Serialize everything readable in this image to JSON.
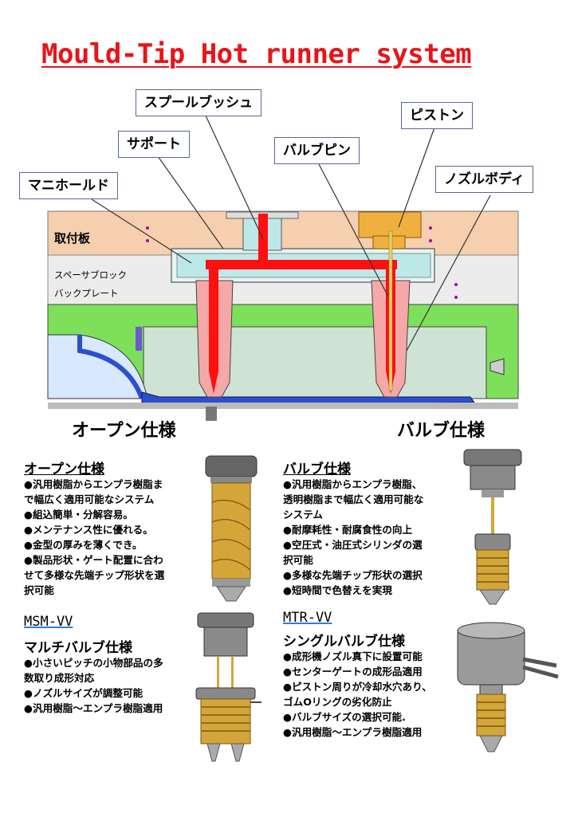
{
  "title": "Mould-Tip  Hot runner system",
  "callouts": {
    "sprue": "スプールブッシュ",
    "piston": "ピストン",
    "support": "サポート",
    "valve_pin": "バルブピン",
    "manifold": "マニホールド",
    "nozzle_body": "ノズルボディ"
  },
  "plates": {
    "mounting": "取付板",
    "spacer": "スペーサブロック",
    "backplate": "バックプレート"
  },
  "captions": {
    "open": "オープン仕様",
    "valve": "バルブ仕様"
  },
  "open_spec": {
    "title": "オープン仕様",
    "items": [
      "●汎用樹脂からエンプラ樹脂ま\nで幅広く適用可能なシステム",
      "●組込簡単・分解容易。",
      "●メンテナンス性に優れる。",
      "●金型の厚みを薄くでき。",
      "●製品形状・ゲート配置に合わ\nせて多様な先端チップ形状を選\n択可能"
    ]
  },
  "valve_spec": {
    "title": "バルブ仕様",
    "items": [
      "●汎用樹脂からエンプラ樹脂、\n透明樹脂まで幅広く適用可能な\nシステム",
      "●耐摩耗性・耐腐食性の向上",
      "●空圧式・油圧式シリンダの選\n択可能",
      "●多様な先端チップ形状の選択",
      "●短時間で色替えを実現"
    ]
  },
  "msm": {
    "code": "MSM-VV",
    "title": "マルチバルブ仕様",
    "items": [
      "●小さいピッチの小物部品の多\n数取り成形対応",
      "●ノズルサイズが調整可能",
      "●汎用樹脂～エンプラ樹脂適用"
    ]
  },
  "mtr": {
    "code": "MTR-VV",
    "title": "シングルバルブ仕様",
    "items": [
      "●成形機ノズル真下に設置可能",
      "●センターゲートの成形品適用",
      "●ピストン周りが冷却水穴あり、\nゴムOリングの劣化防止",
      "●バルブサイズの選択可能.",
      "●汎用樹脂～エンプラ樹脂適用"
    ]
  },
  "colors": {
    "title": "#e8141b",
    "mounting_plate": "#f5cfae",
    "green_plate": "#7ee05a",
    "mold_block": "#cfe3d4",
    "melt": "#ff1010",
    "nozzle": "#f4a8a8",
    "piston": "#f0b040",
    "cavity": "#2a4fd0",
    "coil_gold": "#d4a63a"
  }
}
